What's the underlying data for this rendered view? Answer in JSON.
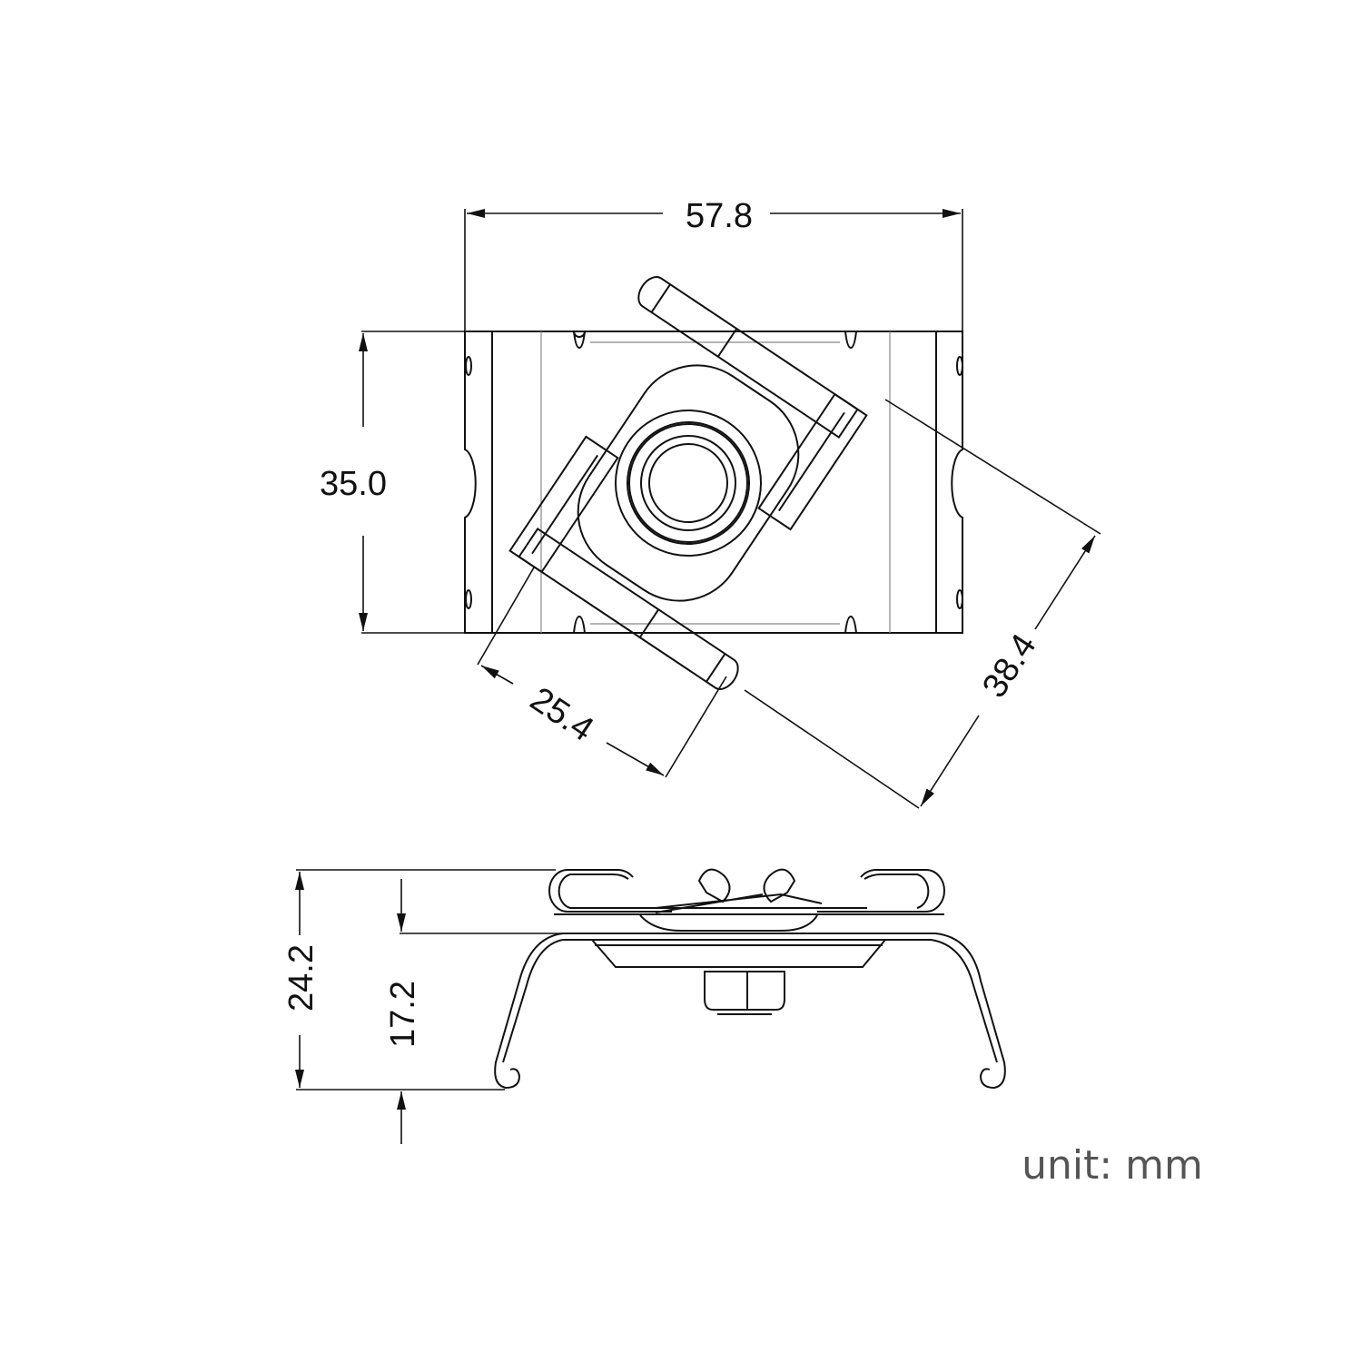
{
  "drawing": {
    "top_view": {
      "width_dim": "57.8",
      "height_dim": "35.0",
      "diagonal_dim": "38.4",
      "arm_dim": "25.4"
    },
    "side_view": {
      "total_height_dim": "24.2",
      "leg_height_dim": "17.2"
    },
    "unit_label": "unit: mm"
  }
}
